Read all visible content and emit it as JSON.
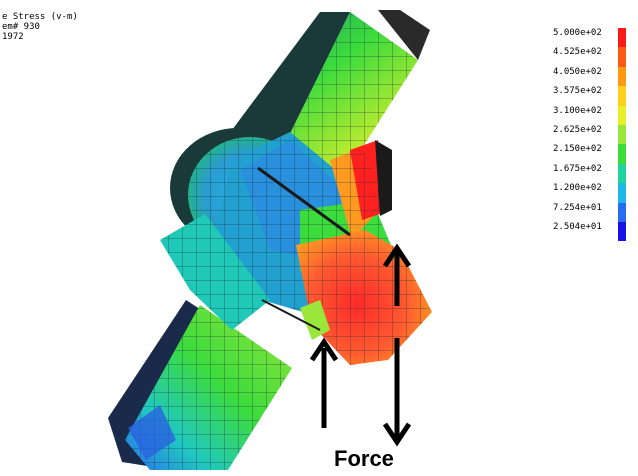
{
  "header": {
    "line1": "e Stress (v-m)",
    "line2": "em# 930",
    "line3": "1972"
  },
  "legend": {
    "labels": [
      "5.000e+02",
      "4.525e+02",
      "4.050e+02",
      "3.575e+02",
      "3.100e+02",
      "2.625e+02",
      "2.150e+02",
      "1.675e+02",
      "1.200e+02",
      "7.254e+01",
      "2.504e+01"
    ],
    "colors": [
      "#ff1a1a",
      "#ff5a14",
      "#ff9a10",
      "#ffd020",
      "#e8f02a",
      "#9be63a",
      "#3cdc3c",
      "#20d4a0",
      "#20b8e8",
      "#2a6cf0",
      "#1a10e8"
    ]
  },
  "annotation": {
    "force_label": "Force"
  }
}
